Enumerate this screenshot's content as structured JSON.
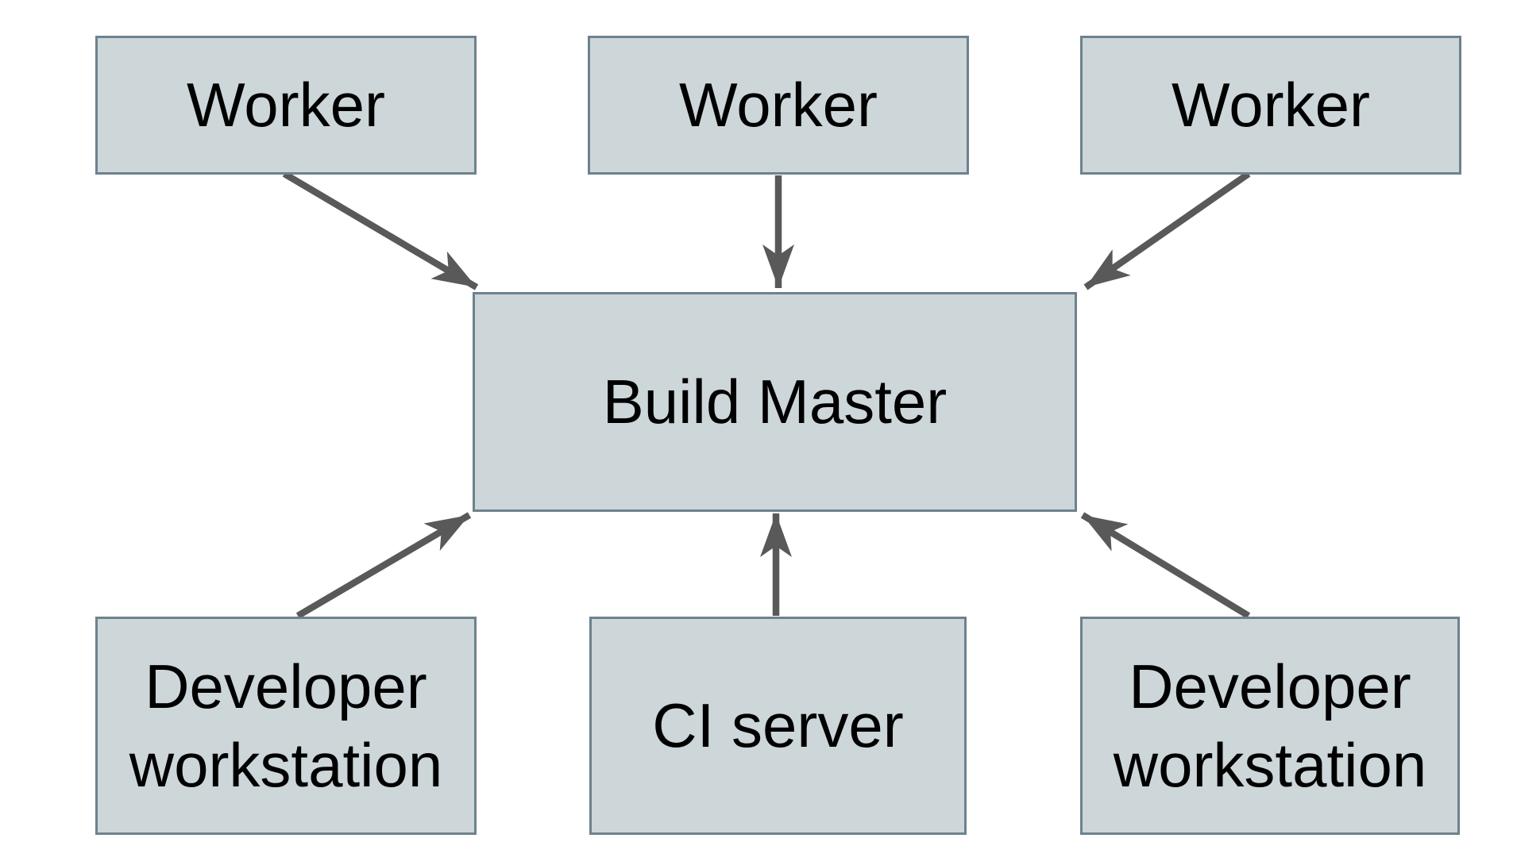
{
  "diagram": {
    "nodes": {
      "worker_1": {
        "label": "Worker"
      },
      "worker_2": {
        "label": "Worker"
      },
      "worker_3": {
        "label": "Worker"
      },
      "build_master": {
        "label": "Build Master"
      },
      "developer_workstation_left": {
        "label": "Developer workstation"
      },
      "ci_server": {
        "label": "CI server"
      },
      "developer_workstation_right": {
        "label": "Developer workstation"
      }
    },
    "edges": [
      {
        "from": "worker-1",
        "to": "build-master"
      },
      {
        "from": "worker-2",
        "to": "build-master"
      },
      {
        "from": "worker-3",
        "to": "build-master"
      },
      {
        "from": "developer-workstation-left",
        "to": "build-master"
      },
      {
        "from": "ci-server",
        "to": "build-master"
      },
      {
        "from": "developer-workstation-right",
        "to": "build-master"
      }
    ]
  },
  "style": {
    "background": "#ffffff",
    "box_fill": "#cdd6d9",
    "box_border": "#6d828e",
    "arrow_color": "#595959",
    "text_color": "#000000"
  }
}
